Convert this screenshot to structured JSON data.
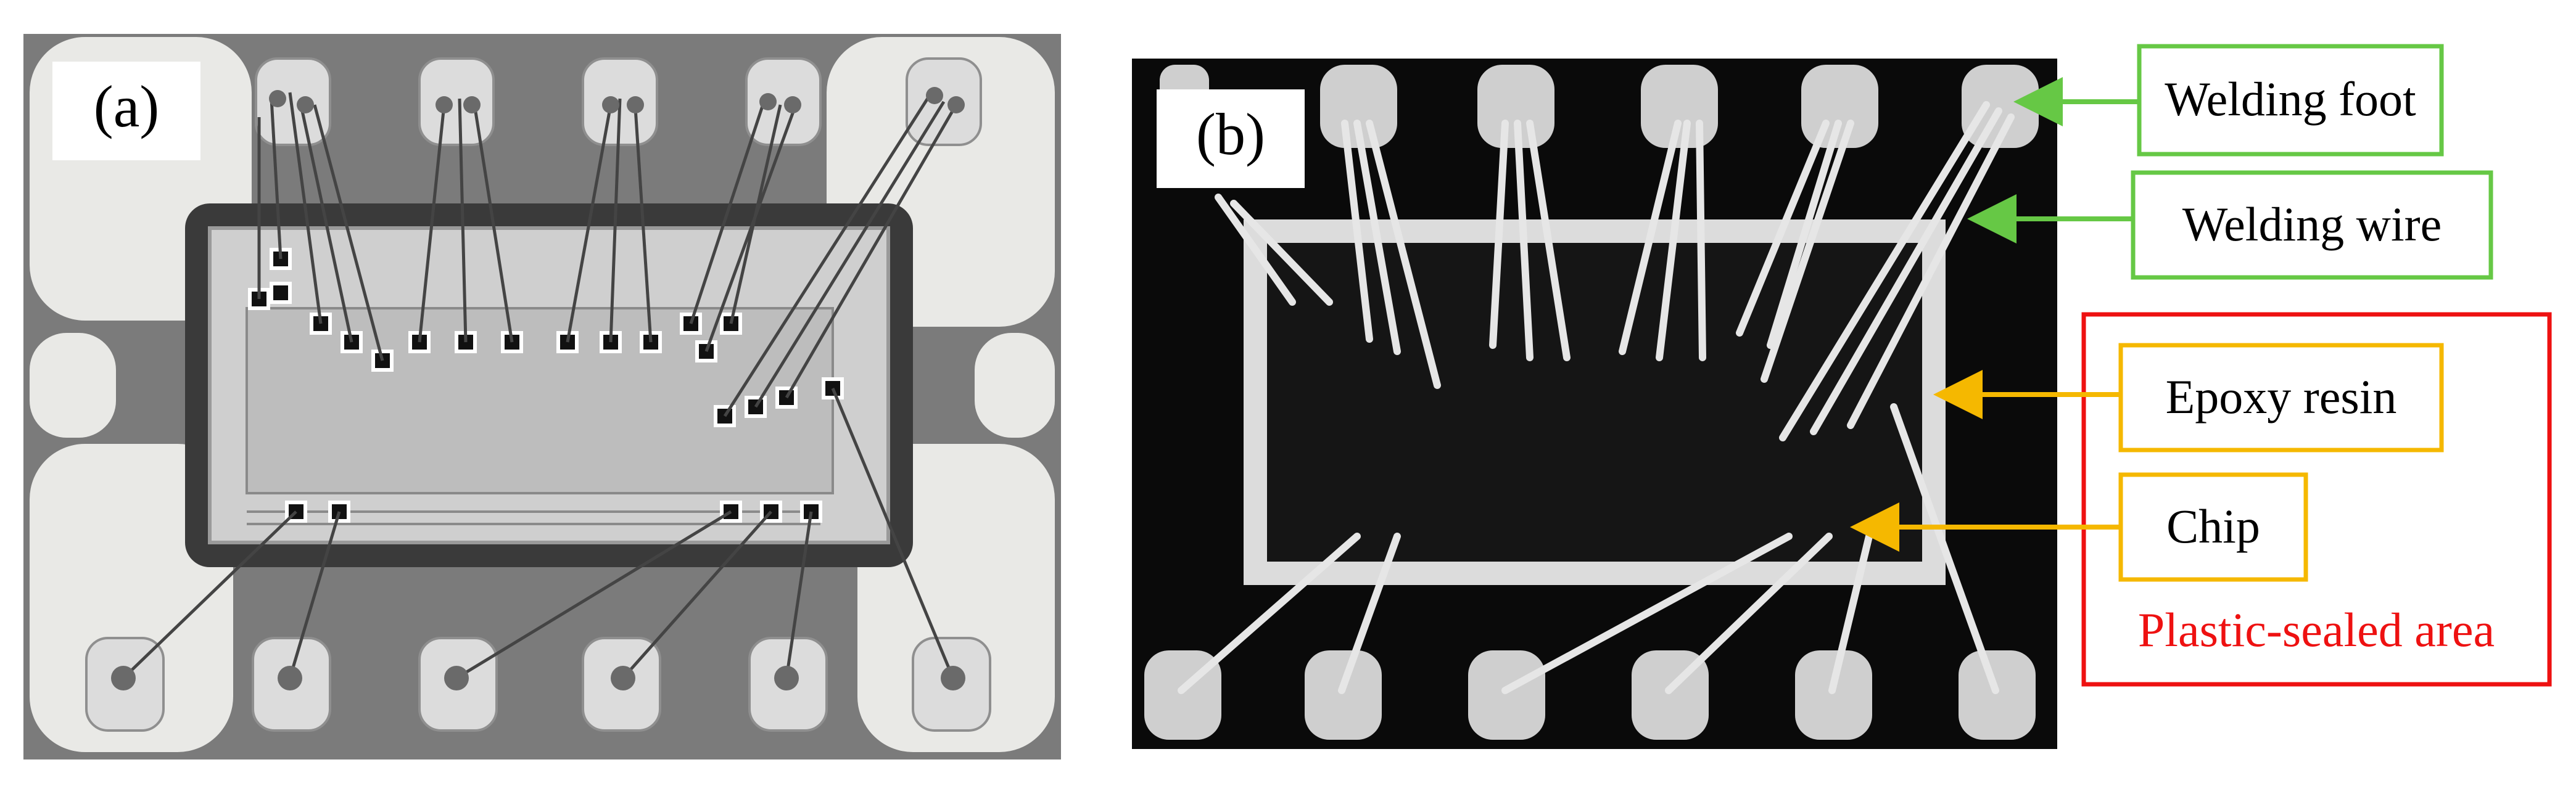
{
  "panels": {
    "a": {
      "label": "(a)"
    },
    "b": {
      "label": "(b)"
    }
  },
  "annotations": {
    "welding_foot": "Welding foot",
    "welding_wire": "Welding wire",
    "epoxy_resin": "Epoxy resin",
    "chip": "Chip",
    "plastic_sealed_area": "Plastic-sealed area"
  },
  "colors": {
    "green": "#66c845",
    "orange": "#f5b800",
    "red": "#ee1111",
    "panel_b_bg": "#0a0a0a",
    "panel_a_bg": "#7b7b7b"
  }
}
